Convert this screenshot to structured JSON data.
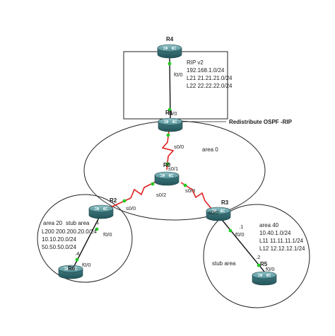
{
  "routers": {
    "r4": {
      "name": "R4"
    },
    "r1": {
      "name": "R1"
    },
    "r0": {
      "name": "R0"
    },
    "r2": {
      "name": "R2"
    },
    "r3": {
      "name": "R3"
    },
    "r5": {
      "name": "R5"
    },
    "r6": {
      "name": "R6"
    }
  },
  "interfaces": {
    "r4_f00": "f0/0",
    "r1_f00": "f0/0",
    "r1_s00": "s0/0",
    "r0_s01": "s0/1",
    "r0_s02": "s0/2",
    "r0_s03": "s0/3",
    "r2_s00": "s0/0",
    "r2_f00": "f0/0",
    "r2_dot1": ".1",
    "r6_f00": "f0/0",
    "r6_dot4": ".4",
    "r3_s00": "s0/0",
    "r3_dot1": ".1",
    "r3_f00": "f0/0",
    "r5_dot2": ".2",
    "r5_f00": "f0/0"
  },
  "areas": {
    "area0": "area 0",
    "area20_title": "area 20",
    "area20_stub": "stub area",
    "area40_title": "area 40",
    "area40_stub": "stub area"
  },
  "networks": {
    "rip_title": "RIP v2",
    "rip_lines": [
      "192.168.1.0/24",
      "L21 21.21.21.0/24",
      "L22 22.22.22.0/24"
    ],
    "area20_lines": [
      "L200 200.200.20.0/24",
      "10.10.20.0/24",
      "50.50.50.0/24"
    ],
    "area40_lines": [
      "10.40.1.0/24",
      "L11 11.11.11.1/24",
      "L12 12.12.12.1/24"
    ]
  },
  "annotations": {
    "redistribute": "Redistribute OSPF -RIP"
  },
  "colors": {
    "router_body": "#3f7a80",
    "router_top": "#6fa6ab",
    "serial_link": "#e02020",
    "ethernet_link": "#111111",
    "port_dot": "#22cc22"
  }
}
